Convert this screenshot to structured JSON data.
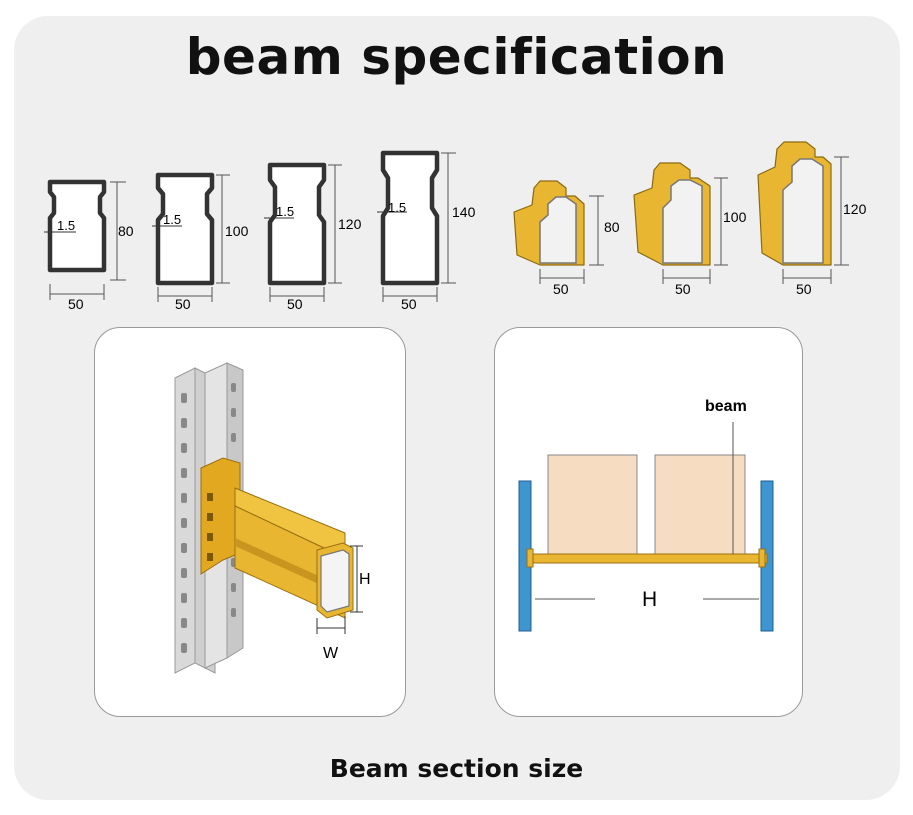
{
  "title": "beam specification",
  "caption": "Beam section size",
  "closed_profiles": [
    {
      "thickness": "1.5",
      "height": "80",
      "width": "50"
    },
    {
      "thickness": "1.5",
      "height": "100",
      "width": "50"
    },
    {
      "thickness": "1.5",
      "height": "120",
      "width": "50"
    },
    {
      "thickness": "1.5",
      "height": "140",
      "width": "50"
    }
  ],
  "step_profiles": [
    {
      "height": "80",
      "width": "50"
    },
    {
      "height": "100",
      "width": "50"
    },
    {
      "height": "120",
      "width": "50"
    }
  ],
  "left_diagram": {
    "height_label": "H",
    "width_label": "W"
  },
  "right_diagram": {
    "beam_label": "beam",
    "span_label": "H"
  },
  "colors": {
    "beam_yellow": "#e9b632",
    "upright_blue": "#3f95d0",
    "box_fill": "#f6dcc0"
  }
}
